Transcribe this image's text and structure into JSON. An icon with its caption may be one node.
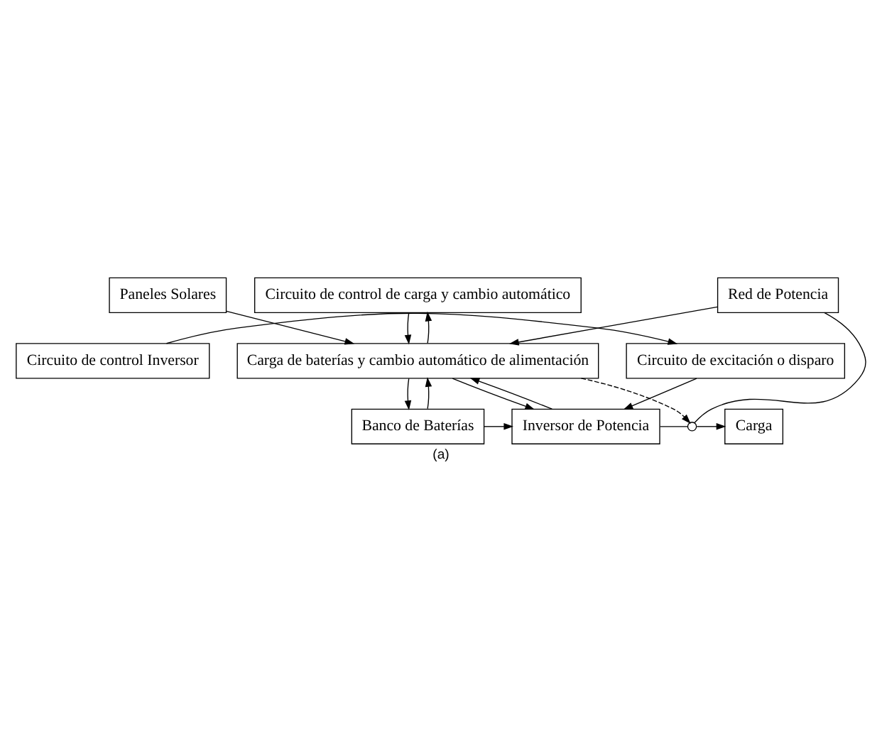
{
  "diagram": {
    "caption": "(a)",
    "nodes": [
      {
        "text": [
          "Circuito de control de carga y cambio automático"
        ]
      },
      {
        "text": [
          "Paneles Solares"
        ]
      },
      {
        "text": [
          "Carga de baterías y cambio automático de alimentación"
        ]
      },
      {
        "text": [
          "Red de Potencia"
        ]
      },
      {
        "text": [
          "Banco de Baterías"
        ]
      },
      {
        "text": [
          "Inversor de Potencia"
        ]
      },
      {
        "text": [],
        "shape": "switch"
      },
      {
        "text": [
          "Carga"
        ]
      },
      {
        "text": [
          "Circuito de control Inversor"
        ]
      },
      {
        "text": [
          "Circuito de excitación o disparo"
        ]
      }
    ],
    "edges": [
      {
        "from": 2,
        "to": 0,
        "arrow": "to"
      },
      {
        "from": 0,
        "to": 2,
        "arrow": "to"
      },
      {
        "from": 1,
        "to": 2,
        "arrow": "to"
      },
      {
        "from": 3,
        "to": 2,
        "arrow": "to"
      },
      {
        "from": 2,
        "to": 4,
        "arrow": "to"
      },
      {
        "from": 4,
        "to": 2,
        "arrow": "to"
      },
      {
        "from": 2,
        "to": 5,
        "arrow": "to"
      },
      {
        "from": 5,
        "to": 2,
        "arrow": "to"
      },
      {
        "from": 4,
        "to": 5,
        "arrow": "to"
      },
      {
        "from": 5,
        "to": 6,
        "arrow": "none"
      },
      {
        "from": 3,
        "to": 6,
        "arrow": "none"
      },
      {
        "from": 2,
        "to": 6,
        "arrow": "to",
        "style": "dashed"
      },
      {
        "from": 6,
        "to": 7,
        "arrow": "to"
      },
      {
        "from": 8,
        "to": 9,
        "arrow": "to"
      },
      {
        "from": 9,
        "to": 5,
        "arrow": "to"
      }
    ]
  }
}
